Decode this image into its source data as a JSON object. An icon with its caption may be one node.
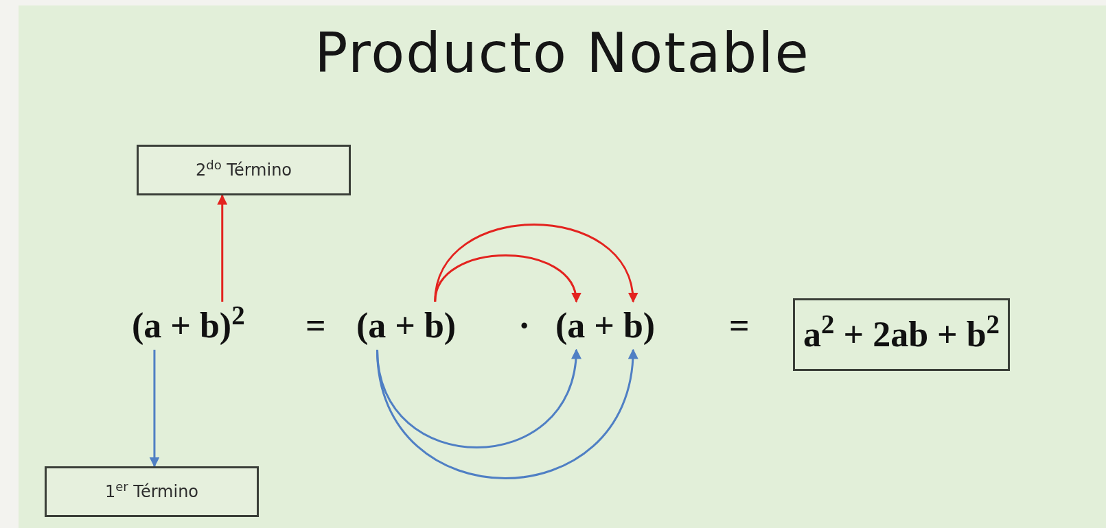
{
  "diagram": {
    "title": "Producto Notable",
    "nodes": [
      {
        "text": [
          "2$^{do}$ Término"
        ]
      },
      {
        "text": [
          "(a + b)$^{2}$"
        ]
      },
      {
        "text": [
          "1$^{er}$ Término"
        ]
      },
      {
        "text": [
          "(a + b)"
        ]
      },
      {
        "text": [
          "(a + b)"
        ]
      },
      {
        "text": [
          "a$^{2}$ + 2ab + b$^{2}$"
        ]
      }
    ],
    "edges": [
      {
        "from": 1,
        "to": 0,
        "arrow": "to",
        "color": "#e3231f"
      },
      {
        "from": 1,
        "to": 2,
        "arrow": "to",
        "color": "#4f7fc4"
      },
      {
        "from": 3,
        "to": 4,
        "arrow": "to",
        "color": "#e3231f"
      },
      {
        "from": 3,
        "to": 4,
        "arrow": "to",
        "color": "#e3231f"
      },
      {
        "from": 3,
        "to": 4,
        "arrow": "to",
        "color": "#4f7fc4"
      },
      {
        "from": 3,
        "to": 4,
        "arrow": "to",
        "color": "#4f7fc4"
      }
    ],
    "labels": [
      "=",
      "·",
      "="
    ]
  }
}
